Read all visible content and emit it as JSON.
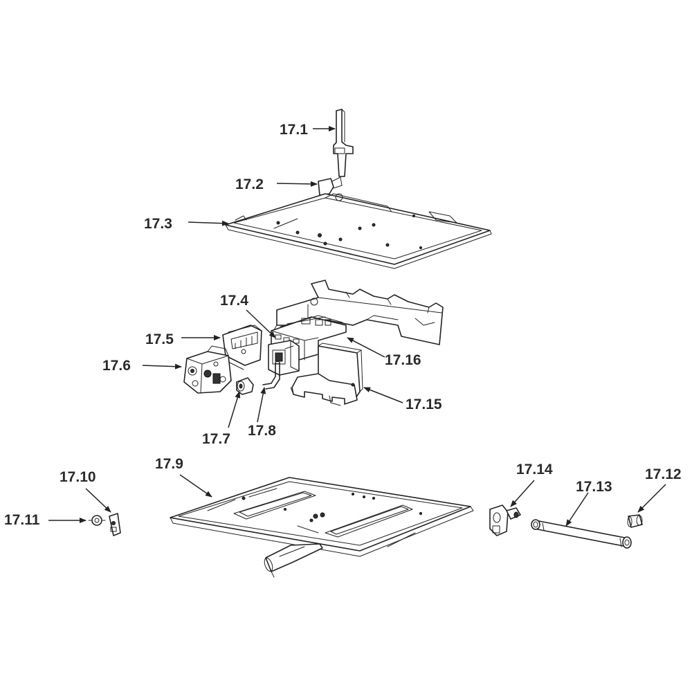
{
  "labels": {
    "p17_1": "17.1",
    "p17_2": "17.2",
    "p17_3": "17.3",
    "p17_4": "17.4",
    "p17_5": "17.5",
    "p17_6": "17.6",
    "p17_7": "17.7",
    "p17_8": "17.8",
    "p17_9": "17.9",
    "p17_10": "17.10",
    "p17_11": "17.11",
    "p17_12": "17.12",
    "p17_13": "17.13",
    "p17_14": "17.14",
    "p17_15": "17.15",
    "p17_16": "17.16"
  },
  "colors": {
    "line": "#222222",
    "label": "#2a2a2a",
    "background": "#ffffff"
  }
}
